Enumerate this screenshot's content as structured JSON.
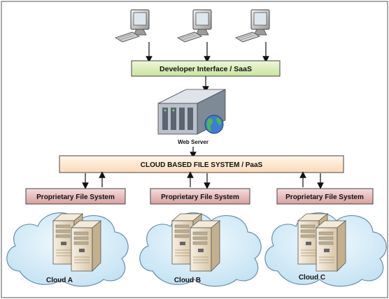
{
  "layers": {
    "saas_label": "Developer Interface / SaaS",
    "paas_label": "CLOUD BASED FILE SYSTEM / PaaS",
    "web_server_label": "Web Server"
  },
  "clouds": [
    {
      "label": "Cloud A",
      "fs_label": "Proprietary File System"
    },
    {
      "label": "Cloud B",
      "fs_label": "Proprietary File System"
    },
    {
      "label": "Cloud C",
      "fs_label": "Proprietary File System"
    }
  ],
  "colors": {
    "saas_fill": "#d6ecb4",
    "paas_fill": "#fde8d0",
    "fs_fill": "#e8b8b8",
    "cloud_fill": "#cfe8f5",
    "server_fill": "#e9dcc6",
    "frame": "#555555"
  }
}
